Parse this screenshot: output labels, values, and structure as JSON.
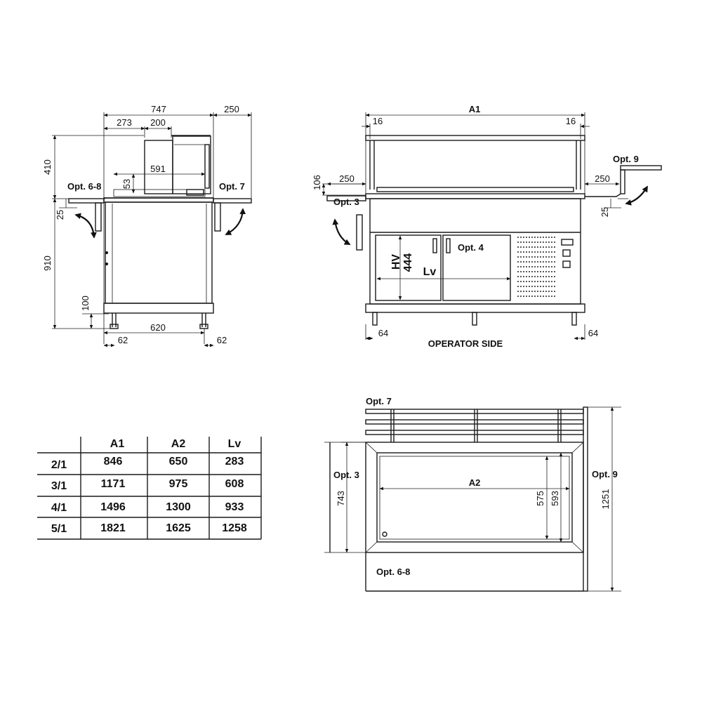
{
  "side_view": {
    "dims": {
      "w747": "747",
      "w250": "250",
      "w273": "273",
      "w200": "200",
      "w591": "591",
      "h53": "53",
      "h410": "410",
      "h25": "25",
      "h910": "910",
      "h100": "100",
      "w620": "620",
      "w62a": "62",
      "w62b": "62"
    },
    "labels": {
      "opt68": "Opt. 6-8",
      "opt7": "Opt. 7"
    }
  },
  "front_view": {
    "dims": {
      "a1": "A1",
      "d16a": "16",
      "d16b": "16",
      "d250a": "250",
      "d106": "106",
      "d250b": "250",
      "d25": "25",
      "hv": "HV",
      "d444": "444",
      "lv": "Lv",
      "d64a": "64",
      "d64b": "64"
    },
    "labels": {
      "opt3": "Opt. 3",
      "opt4": "Opt. 4",
      "opt9": "Opt. 9",
      "operator_side": "OPERATOR SIDE"
    }
  },
  "top_view": {
    "dims": {
      "a2": "A2",
      "d575": "575",
      "d593": "593",
      "d743": "743",
      "d1251": "1251"
    },
    "labels": {
      "opt7": "Opt. 7",
      "opt3": "Opt. 3",
      "opt9": "Opt. 9",
      "opt68": "Opt. 6-8"
    }
  },
  "table": {
    "headers": [
      "",
      "A1",
      "A2",
      "Lv"
    ],
    "rows": [
      [
        "2/1",
        "846",
        "650",
        "283"
      ],
      [
        "3/1",
        "1171",
        "975",
        "608"
      ],
      [
        "4/1",
        "1496",
        "1300",
        "933"
      ],
      [
        "5/1",
        "1821",
        "1625",
        "1258"
      ]
    ]
  }
}
